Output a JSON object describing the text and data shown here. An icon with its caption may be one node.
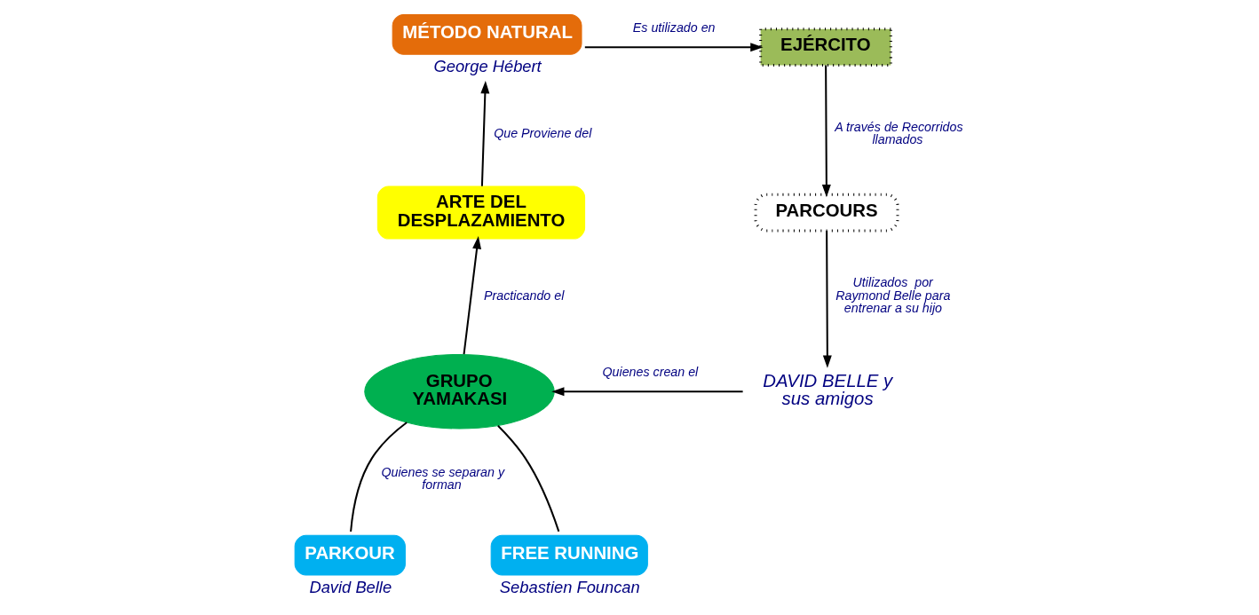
{
  "diagram": {
    "nodes": [
      {
        "text": [
          "MÉTODO NATURAL"
        ],
        "beside": [
          "George Hébert"
        ]
      },
      {
        "text": [
          "EJÉRCITO"
        ]
      },
      {
        "text": [
          "PARCOURS"
        ]
      },
      {
        "text": [
          "ARTE DEL DESPLAZAMIENTO"
        ]
      },
      {
        "text": [
          "GRUPO YAMAKASI"
        ]
      },
      {
        "text": [
          "DAVID BELLE y sus amigos"
        ]
      },
      {
        "text": [
          "PARKOUR"
        ],
        "beside": [
          "David Belle"
        ]
      },
      {
        "text": [
          "FREE RUNNING"
        ],
        "beside": [
          "Sebastien Founcan"
        ]
      }
    ],
    "edges": [
      {
        "from": 0,
        "to": 1,
        "arrow": "to",
        "label": "Es utilizado en"
      },
      {
        "from": 1,
        "to": 2,
        "arrow": "to",
        "label": "A través de Recorridos llamados"
      },
      {
        "from": 2,
        "to": 5,
        "arrow": "to",
        "label": "Utilizados  por Raymond Belle para entrenar a su hijo"
      },
      {
        "from": 5,
        "to": 4,
        "arrow": "to",
        "label": "Quienes crean el"
      },
      {
        "from": 4,
        "to": 3,
        "arrow": "to",
        "label": "Practicando el"
      },
      {
        "from": 3,
        "to": 0,
        "arrow": "to",
        "label": "Que Proviene del"
      },
      {
        "from": 4,
        "to": 6,
        "arrow": "none",
        "label": "Quienes se separan y forman"
      },
      {
        "from": 4,
        "to": 7,
        "arrow": "none"
      }
    ]
  }
}
